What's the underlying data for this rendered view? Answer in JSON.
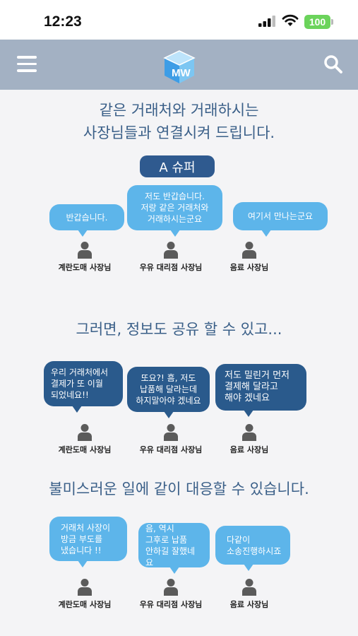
{
  "status_bar": {
    "time": "12:23",
    "battery": "100"
  },
  "nav": {
    "logo_letters": "MW"
  },
  "sections": [
    {
      "headline_lines": [
        "같은 거래처와 거래하시는",
        "사장님들과 연결시켜 드립니다."
      ],
      "badge": "A 슈퍼",
      "bubbles": [
        {
          "lines": [
            "반갑습니다."
          ],
          "style": "light"
        },
        {
          "lines": [
            "저도 반갑습니다.",
            "저랑 같은 거래처와",
            "거래하시는군요"
          ],
          "style": "light"
        },
        {
          "lines": [
            "여기서 만나는군요"
          ],
          "style": "light"
        }
      ],
      "people": [
        "계란도매 사장님",
        "우유 대리점 사장님",
        "음료 사장님"
      ]
    },
    {
      "headline_lines": [
        "그러면, 정보도 공유 할 수 있고..."
      ],
      "bubbles": [
        {
          "lines": [
            "우리 거래처에서",
            "결제가 또 이월",
            "되었네요!!"
          ],
          "style": "dark"
        },
        {
          "lines": [
            "또요?! 흠, 저도",
            "납품해 달라는데",
            "하지말아야 겠네요"
          ],
          "style": "dark"
        },
        {
          "lines": [
            "저도 밀린거 먼저",
            "결제해 달라고",
            "해야 겠네요"
          ],
          "style": "dark"
        }
      ],
      "people": [
        "계란도매 사장님",
        "우유 대리점 사장님",
        "음료 사장님"
      ]
    },
    {
      "headline_lines": [
        "불미스러운 일에 같이 대응할 수 있습니다."
      ],
      "bubbles": [
        {
          "lines": [
            "거래처 사장이",
            "방금 부도를",
            "냈습니다 !!"
          ],
          "style": "light"
        },
        {
          "lines": [
            "음, 역시",
            "그후로 납품",
            "안하길 잘했네요"
          ],
          "style": "light"
        },
        {
          "lines": [
            "다같이",
            "소송진행하시죠"
          ],
          "style": "light"
        }
      ],
      "people": [
        "계란도매 사장님",
        "우유 대리점 사장님",
        "음료 사장님"
      ]
    }
  ]
}
